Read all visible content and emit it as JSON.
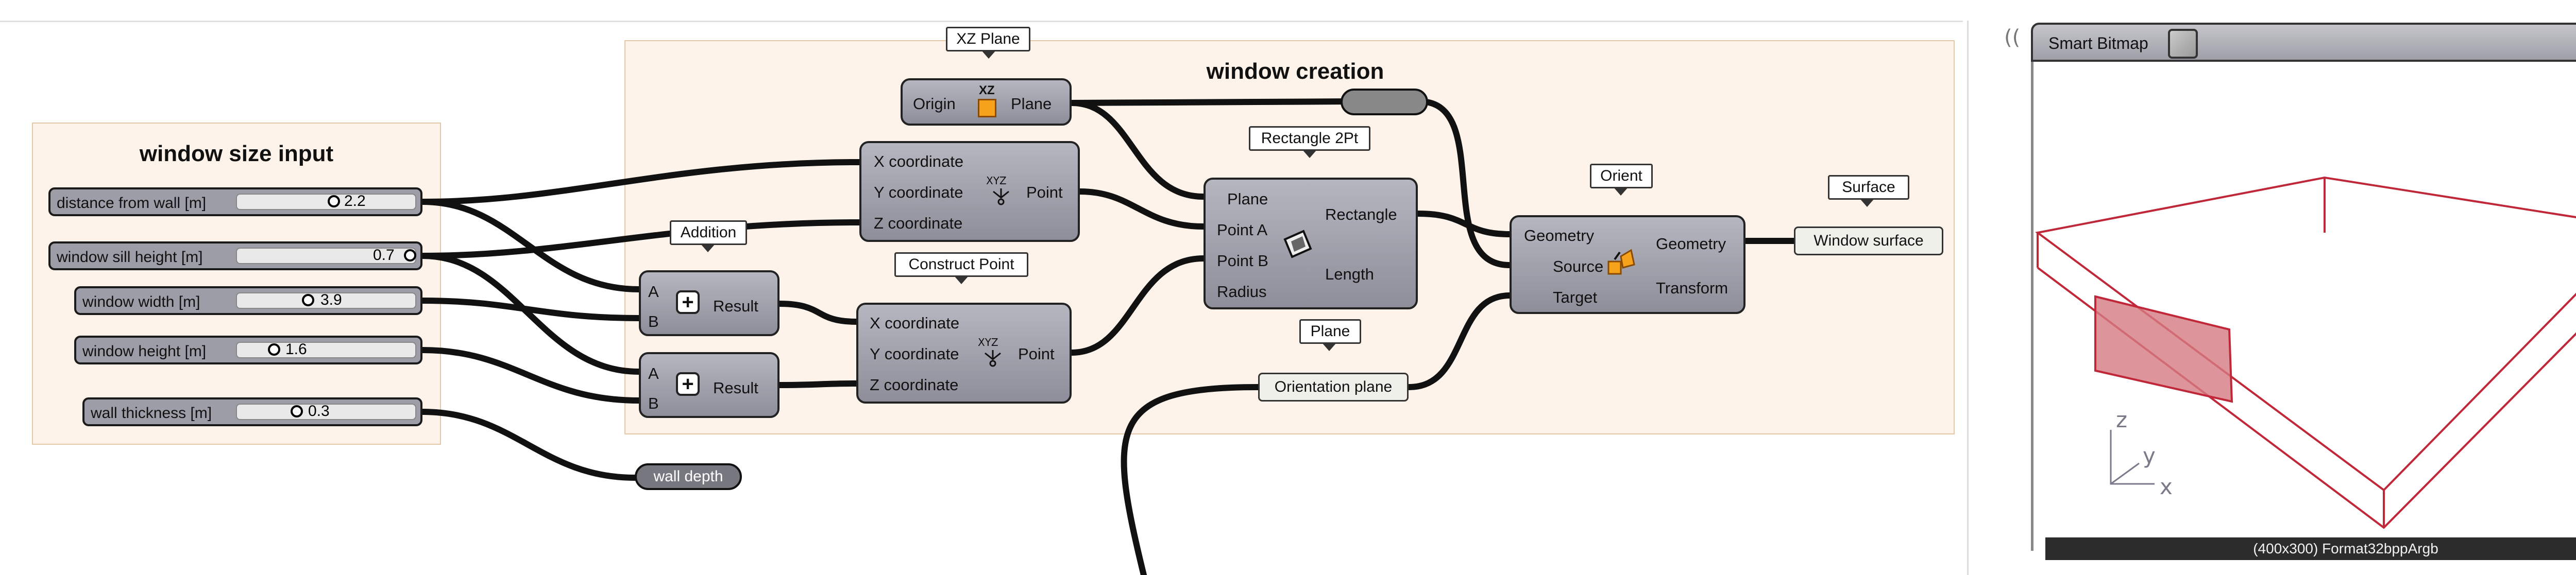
{
  "groups": {
    "window_size_input": "window size input",
    "window_creation": "window creation"
  },
  "sliders": [
    {
      "label": "distance from wall [m]",
      "value": "2.2"
    },
    {
      "label": "window sill height [m]",
      "value": "0.7"
    },
    {
      "label": "window width [m]",
      "value": "3.9"
    },
    {
      "label": "window height [m]",
      "value": "1.6"
    },
    {
      "label": "wall thickness [m]",
      "value": "0.3"
    }
  ],
  "addition_1": {
    "tag": "Addition",
    "inputs": [
      "A",
      "B"
    ],
    "output": "Result",
    "symbol": "+"
  },
  "addition_2": {
    "inputs": [
      "A",
      "B"
    ],
    "output": "Result",
    "symbol": "+"
  },
  "xz_plane": {
    "tag": "XZ Plane",
    "input": "Origin",
    "output": "Plane",
    "icon_text": "XZ"
  },
  "construct_point_1": {
    "inputs": [
      "X coordinate",
      "Y coordinate",
      "Z coordinate"
    ],
    "output": "Point"
  },
  "construct_point_2": {
    "tag": "Construct Point",
    "inputs": [
      "X coordinate",
      "Y coordinate",
      "Z coordinate"
    ],
    "output": "Point"
  },
  "rectangle": {
    "tag": "Rectangle 2Pt",
    "inputs": [
      "Plane",
      "Point A",
      "Point B",
      "Radius"
    ],
    "outputs": [
      "Rectangle",
      "Length"
    ]
  },
  "orient": {
    "tag": "Orient",
    "inputs": [
      "Geometry",
      "Source",
      "Target"
    ],
    "outputs": [
      "Geometry",
      "Transform"
    ]
  },
  "surface": {
    "tag": "Surface",
    "label": "Window surface"
  },
  "plane_param": {
    "tag": "Plane",
    "label": "Orientation plane"
  },
  "wall_depth": {
    "label": "wall depth"
  },
  "smart_bitmap": {
    "title": "Smart Bitmap",
    "footer": "(400x300) Format32bppArgb",
    "axis_z": "z",
    "axis_y": "y",
    "axis_x": "x"
  },
  "icons": [
    "xyz-point-icon",
    "plane-icon",
    "rectangle-icon",
    "orient-icon",
    "plus-icon",
    "bitmap-thumbnail-icon"
  ],
  "colors": {
    "wire": "#111111",
    "group_fill": "#fdf3ea",
    "group_border": "#e4c9a9",
    "component": "#a0a0ac",
    "box_line": "#c0283a",
    "window_fill": "#d47a82"
  }
}
